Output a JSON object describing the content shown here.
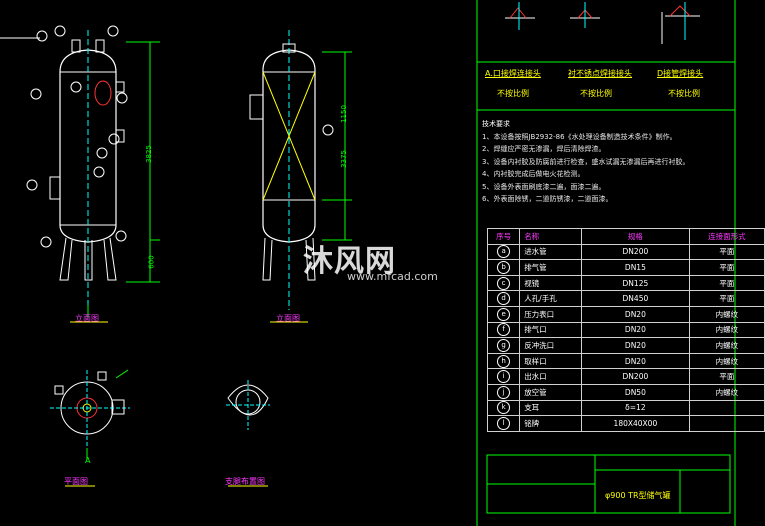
{
  "views": {
    "front": "立面图",
    "side": "立面图",
    "plan": "平面图",
    "leg": "支腿布置图",
    "section_a": "A"
  },
  "details": {
    "headers": [
      "A.口接焊连接头",
      "衬不锈点焊接接头",
      "D接管焊接头"
    ],
    "scale": [
      "不按比例",
      "不按比例",
      "不按比例"
    ]
  },
  "notes": {
    "title": "技术要求",
    "lines": [
      "1、本设备按照JB2932-86《水处理设备制造技术条件》制作。",
      "2、焊缝应严密无渗漏，焊后清除焊渣。",
      "3、设备内衬胶及防腐前进行检查，盛水试漏无渗漏后再进行衬胶。",
      "4、内衬胶完成后做电火花检测。",
      "5、设备外表面刷底漆二遍，面漆二遍。",
      "6、外表面除锈，二道防锈漆，二道面漆。"
    ]
  },
  "table": {
    "headers": [
      "序号",
      "名称",
      "规格",
      "连接面形式"
    ],
    "rows": [
      {
        "no": "a",
        "name": "进水管",
        "spec": "DN200",
        "face": "平面"
      },
      {
        "no": "b",
        "name": "排气管",
        "spec": "DN15",
        "face": "平面"
      },
      {
        "no": "c",
        "name": "视镜",
        "spec": "DN125",
        "face": "平面"
      },
      {
        "no": "d",
        "name": "人孔/手孔",
        "spec": "DN450",
        "face": "平面"
      },
      {
        "no": "e",
        "name": "压力表口",
        "spec": "DN20",
        "face": "内螺纹"
      },
      {
        "no": "f",
        "name": "排气口",
        "spec": "DN20",
        "face": "内螺纹"
      },
      {
        "no": "g",
        "name": "反冲洗口",
        "spec": "DN20",
        "face": "内螺纹"
      },
      {
        "no": "h",
        "name": "取样口",
        "spec": "DN20",
        "face": "内螺纹"
      },
      {
        "no": "i",
        "name": "出水口",
        "spec": "DN200",
        "face": "平面"
      },
      {
        "no": "j",
        "name": "放空管",
        "spec": "DN50",
        "face": "内螺纹"
      },
      {
        "no": "k",
        "name": "支耳",
        "spec": "δ=12",
        "face": ""
      },
      {
        "no": "l",
        "name": "铭牌",
        "spec": "180X40X00",
        "face": ""
      }
    ]
  },
  "title_block": {
    "drawing": "φ900 TR型储气罐"
  },
  "dimensions": {
    "front_total": "3825",
    "front_leg": "600",
    "side_total": "3375",
    "side_top": "1150"
  },
  "watermark": {
    "brand": "沐风网",
    "url": "www.mfcad.com"
  },
  "colors": {
    "background": "#000000",
    "outline": "#ffffff",
    "dimension": "#00ff00",
    "hatch": "#ffff00",
    "nozzle": "#00ffff",
    "table_head": "#ff3aff",
    "label": "#00ff00"
  }
}
